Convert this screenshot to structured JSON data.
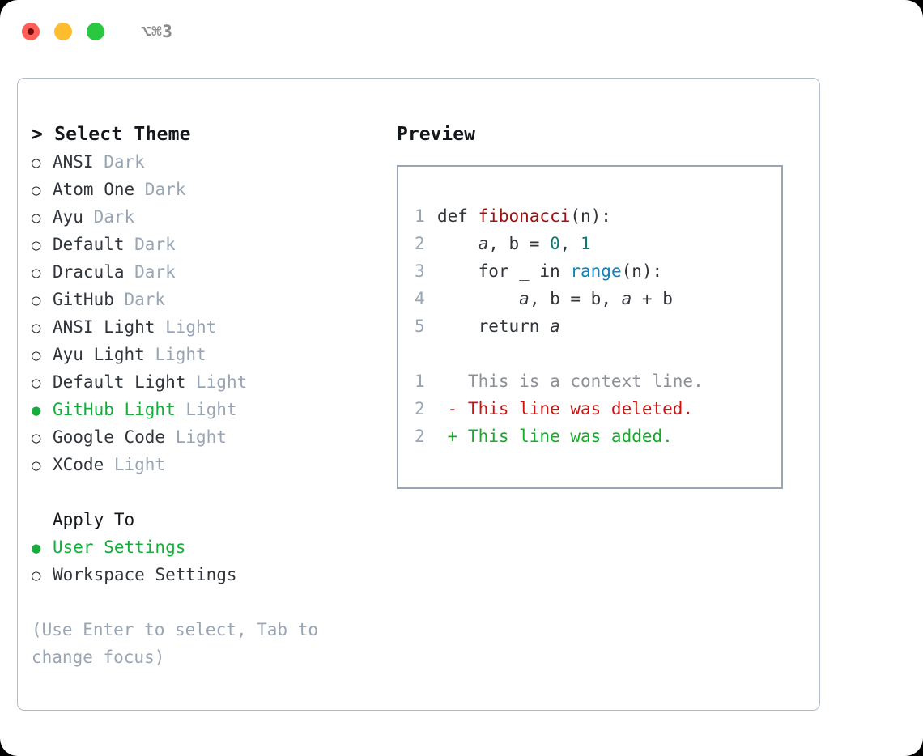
{
  "titlebar": {
    "shortcut": "⌥⌘3",
    "traffic_lights": [
      "close-red",
      "minimize-yellow",
      "maximize-green"
    ]
  },
  "left": {
    "heading": "> Select Theme",
    "themes": [
      {
        "bullet": "○",
        "name": "ANSI",
        "tag": "Dark",
        "selected": false
      },
      {
        "bullet": "○",
        "name": "Atom One",
        "tag": "Dark",
        "selected": false
      },
      {
        "bullet": "○",
        "name": "Ayu",
        "tag": "Dark",
        "selected": false
      },
      {
        "bullet": "○",
        "name": "Default",
        "tag": "Dark",
        "selected": false
      },
      {
        "bullet": "○",
        "name": "Dracula",
        "tag": "Dark",
        "selected": false
      },
      {
        "bullet": "○",
        "name": "GitHub",
        "tag": "Dark",
        "selected": false
      },
      {
        "bullet": "○",
        "name": "ANSI Light",
        "tag": "Light",
        "selected": false
      },
      {
        "bullet": "○",
        "name": "Ayu Light",
        "tag": "Light",
        "selected": false
      },
      {
        "bullet": "○",
        "name": "Default Light",
        "tag": "Light",
        "selected": false
      },
      {
        "bullet": "●",
        "name": "GitHub Light",
        "tag": "Light",
        "selected": true
      },
      {
        "bullet": "○",
        "name": "Google Code",
        "tag": "Light",
        "selected": false
      },
      {
        "bullet": "○",
        "name": "XCode",
        "tag": "Light",
        "selected": false
      }
    ],
    "apply_to": {
      "heading": "Apply To",
      "options": [
        {
          "bullet": "●",
          "name": "User Settings",
          "selected": true
        },
        {
          "bullet": "○",
          "name": "Workspace Settings",
          "selected": false
        }
      ]
    },
    "hint": "(Use Enter to select, Tab to change focus)"
  },
  "right": {
    "title": "Preview",
    "code_lines": [
      {
        "no": "1",
        "indent": "",
        "parts": [
          {
            "t": "def ",
            "c": "plain"
          },
          {
            "t": "fibonacci",
            "c": "fn"
          },
          {
            "t": "(n):",
            "c": "plain"
          }
        ]
      },
      {
        "no": "2",
        "indent": "    ",
        "parts": [
          {
            "t": "a",
            "c": "var"
          },
          {
            "t": ", b = ",
            "c": "plain"
          },
          {
            "t": "0",
            "c": "num"
          },
          {
            "t": ", ",
            "c": "plain"
          },
          {
            "t": "1",
            "c": "num"
          }
        ]
      },
      {
        "no": "3",
        "indent": "    ",
        "parts": [
          {
            "t": "for _ in ",
            "c": "plain"
          },
          {
            "t": "range",
            "c": "call"
          },
          {
            "t": "(n):",
            "c": "plain"
          }
        ]
      },
      {
        "no": "4",
        "indent": "        ",
        "parts": [
          {
            "t": "a",
            "c": "var"
          },
          {
            "t": ", b = b, ",
            "c": "plain"
          },
          {
            "t": "a",
            "c": "var"
          },
          {
            "t": " + b",
            "c": "plain"
          }
        ]
      },
      {
        "no": "5",
        "indent": "    ",
        "parts": [
          {
            "t": "return ",
            "c": "plain"
          },
          {
            "t": "a",
            "c": "var"
          }
        ]
      }
    ],
    "diff_lines": [
      {
        "no": "1",
        "marker": "  ",
        "text": "This is a context line.",
        "kind": "ctx"
      },
      {
        "no": "2",
        "marker": "- ",
        "text": "This line was deleted.",
        "kind": "del"
      },
      {
        "no": "2",
        "marker": "+ ",
        "text": "This line was added.",
        "kind": "add"
      }
    ]
  },
  "colors": {
    "accent_green": "#16ad3c",
    "muted": "#9aa5b4",
    "text": "#31353c",
    "diff_add": "#13ad27",
    "diff_del": "#cf1313",
    "token_function": "#9f1111",
    "token_number": "#0b7b72",
    "token_call": "#0b84c4",
    "traffic_red": "#ff5f57",
    "traffic_yellow": "#febc2e",
    "traffic_green": "#28c840"
  }
}
